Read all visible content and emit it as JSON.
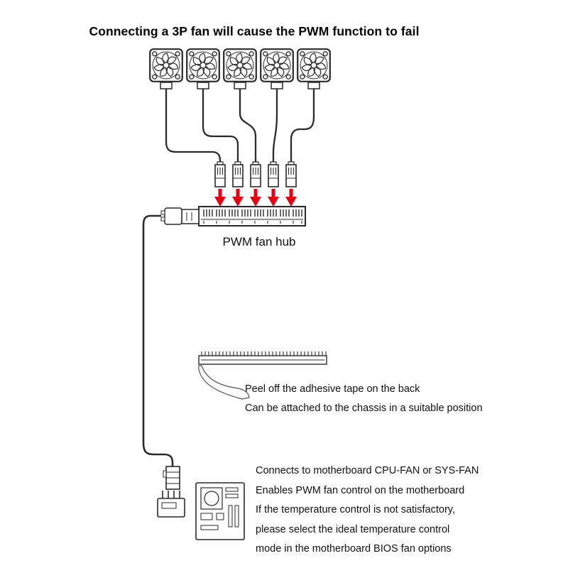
{
  "title": "Connecting a 3P fan will cause the PWM function to fail",
  "hub": {
    "label": "PWM fan hub"
  },
  "adhesive": {
    "line1": "Peel off the adhesive tape on the back",
    "line2": "Can be attached to the chassis in a suitable position"
  },
  "motherboard": {
    "line1": "Connects to motherboard CPU-FAN or SYS-FAN",
    "line2": "Enables PWM fan control on the motherboard",
    "line3": "If the temperature control is not satisfactory,",
    "line4": "please select the ideal temperature control",
    "line5": "mode in the motherboard BIOS fan options"
  },
  "colors": {
    "arrow_red": "#e60012",
    "line": "#2a2a2a",
    "text": "#000000",
    "background": "#ffffff"
  },
  "icons": {
    "fan": "fan-icon",
    "connector": "four-pin-connector-icon",
    "arrow": "down-arrow-icon",
    "hub": "pwm-fan-hub-icon",
    "tape": "adhesive-tape-icon",
    "motherboard": "motherboard-icon"
  },
  "diagram": {
    "fan_count": 5,
    "connector_count": 5,
    "arrow_count": 5
  }
}
